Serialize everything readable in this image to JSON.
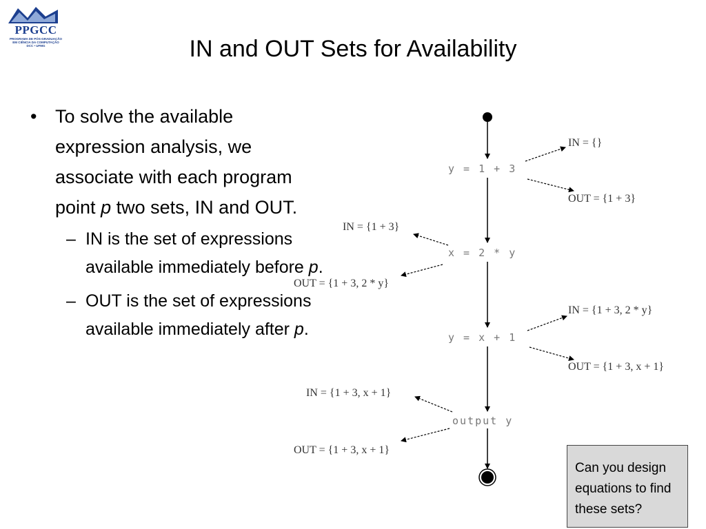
{
  "logo": {
    "name": "PPGCC",
    "line1": "PROGRAMA DE PÓS-GRADUAÇÃO",
    "line2": "EM CIÊNCIA DA COMPUTAÇÃO",
    "line3": "DCC • UFMG"
  },
  "title": "IN and OUT Sets for Availability",
  "bullet": {
    "main_before": "To solve the available expression analysis, we associate with each program point ",
    "main_var": "p",
    "main_after": " two sets, IN and OUT.",
    "sub1_before": "IN is the set of expressions available immediately before ",
    "sub1_var": "p",
    "sub1_after": ".",
    "sub2_before": "OUT is the set of expressions available immediately after ",
    "sub2_var": "p",
    "sub2_after": "."
  },
  "diagram": {
    "statements": [
      "y = 1 + 3",
      "x = 2 * y",
      "y = x + 1",
      "output y"
    ],
    "sets": {
      "s1_in": "IN = {}",
      "s1_out": "OUT = {1 + 3}",
      "s2_in": "IN = {1 + 3}",
      "s2_out": "OUT = {1 + 3, 2 * y}",
      "s3_in": "IN = {1 + 3, 2 * y}",
      "s3_out": "OUT = {1 + 3, x + 1}",
      "s4_in": "IN = {1 + 3, x + 1}",
      "s4_out": "OUT = {1 + 3, x + 1}"
    }
  },
  "question": "Can you design equations to find these sets?"
}
